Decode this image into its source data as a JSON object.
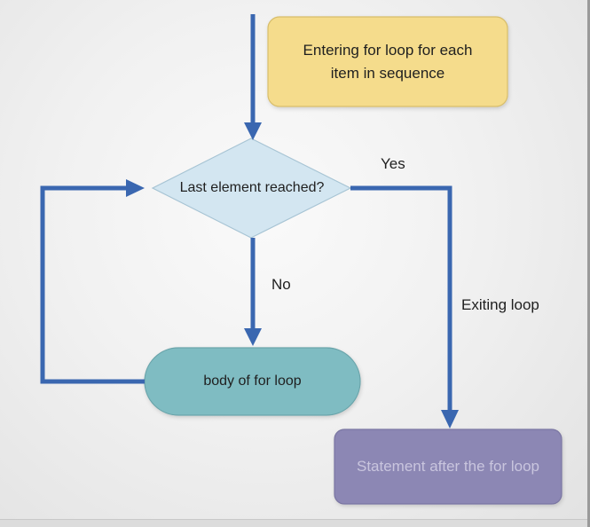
{
  "nodes": {
    "start": {
      "text": "Entering for loop for each item in sequence"
    },
    "decision": {
      "text": "Last element reached?"
    },
    "body": {
      "text": "body of for loop"
    },
    "end": {
      "text": "Statement after the for loop"
    }
  },
  "edges": {
    "yes_label": "Yes",
    "no_label": "No",
    "exit_label": "Exiting loop"
  },
  "colors": {
    "arrow": "#3a67b0",
    "start_fill": "#f5dc8c",
    "decision_fill": "#d3e6f1",
    "body_fill": "#7fbcc2",
    "end_fill": "#8c87b4",
    "end_text": "#c9c5de"
  }
}
